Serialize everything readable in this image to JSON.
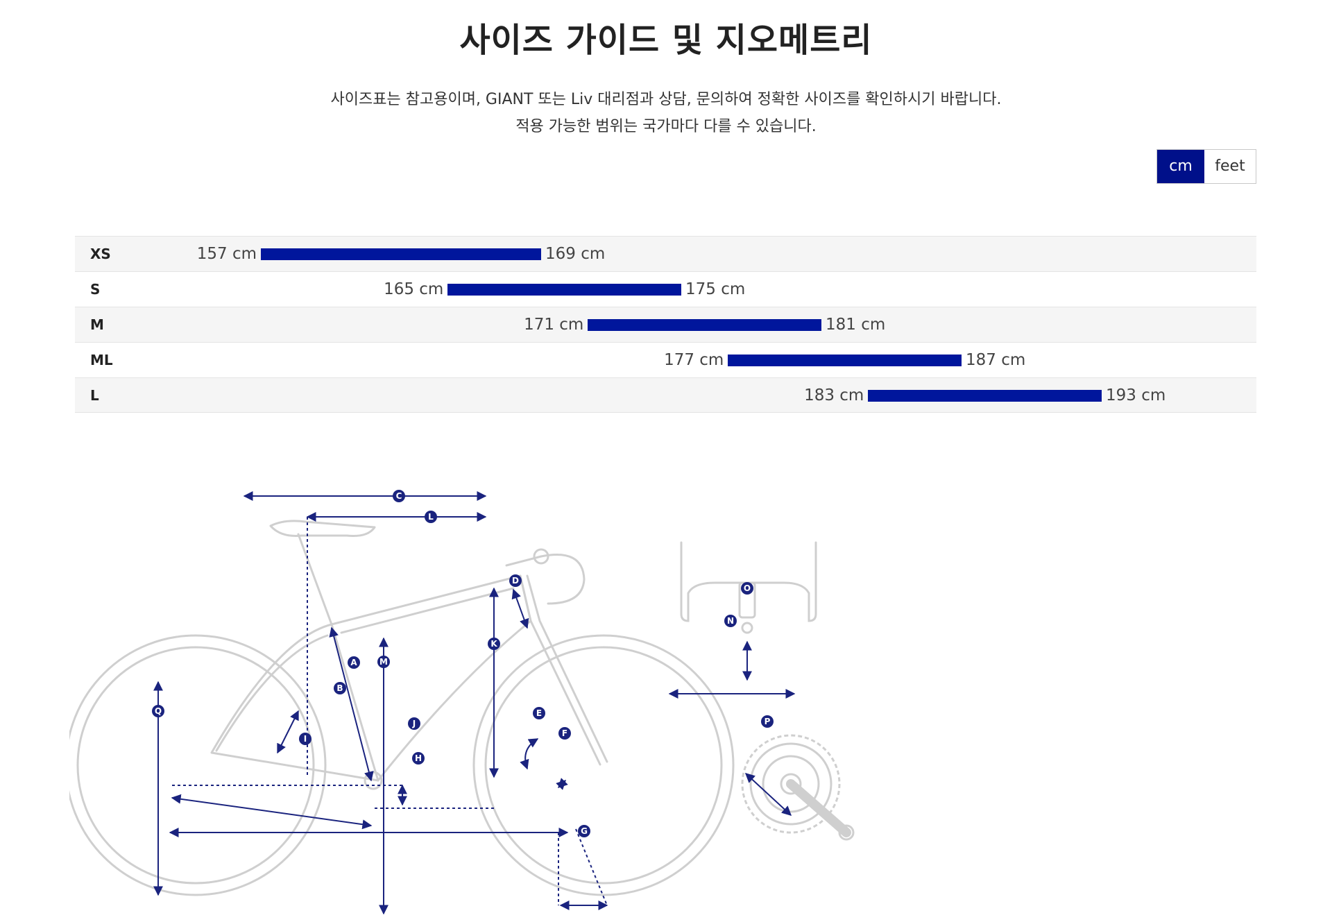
{
  "title": "사이즈 가이드 및 지오메트리",
  "description": [
    "사이즈표는 참고용이며, GIANT 또는 Liv 대리점과 상담, 문의하여 정확한 사이즈를 확인하시기 바랍니다.",
    "적용 가능한 범위는 국가마다 다를 수 있습니다."
  ],
  "unit_toggle": {
    "active": "cm",
    "inactive": "feet"
  },
  "accent_color": "#00108a",
  "bar_color": "#00169c",
  "size_scale": {
    "min_cm": 157,
    "max_cm": 193
  },
  "sizes": [
    {
      "label": "XS",
      "min": "157 cm",
      "max": "169 cm",
      "min_value": 157,
      "max_value": 169
    },
    {
      "label": "S",
      "min": "165 cm",
      "max": "175 cm",
      "min_value": 165,
      "max_value": 175
    },
    {
      "label": "M",
      "min": "171 cm",
      "max": "181 cm",
      "min_value": 171,
      "max_value": 181
    },
    {
      "label": "ML",
      "min": "177 cm",
      "max": "187 cm",
      "min_value": 177,
      "max_value": 187
    },
    {
      "label": "L",
      "min": "183 cm",
      "max": "193 cm",
      "min_value": 183,
      "max_value": 193
    }
  ],
  "geometry_labels": {
    "A": "A",
    "B": "B",
    "C": "C",
    "D": "D",
    "E": "E",
    "F": "F",
    "G": "G",
    "H": "H",
    "I": "I",
    "J": "J",
    "K": "K",
    "L": "L",
    "M": "M",
    "N": "N",
    "O": "O",
    "P": "P",
    "Q": "Q"
  }
}
